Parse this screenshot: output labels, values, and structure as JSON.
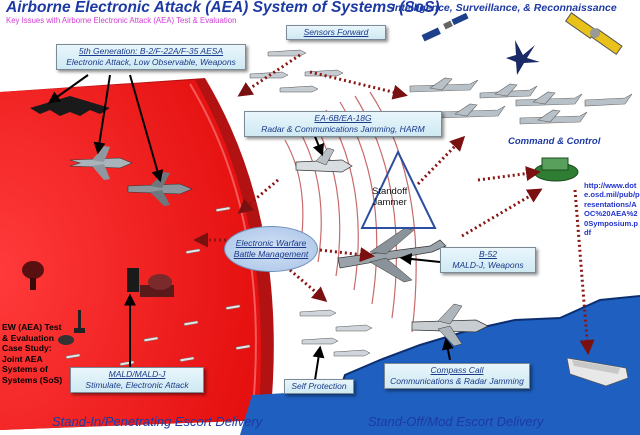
{
  "title": "Airborne Electronic Attack (AEA) System of Systems (SoS)",
  "subtitle": "Key Issues with Airborne Electronic Attack (AEA) Test & Evaluation",
  "isr_label": "Intelligence, Surveillance, & Reconnaissance",
  "command_control_label": "Command & Control",
  "url_text": "http://www.dote.osd.mil/pub/presentations/AOC%20AEA%20Symposium.pdf",
  "case_study_text": "EW (AEA) Test & Evaluation Case Study: Joint AEA Systems of Systems (SoS)",
  "boxes": {
    "fifth_gen": {
      "line1": "5th Generation: B-2/F-22A/F-35 AESA",
      "line2": "Electronic Attack, Low Observable, Weapons"
    },
    "sensors_forward": {
      "line1": "Sensors Forward"
    },
    "ea6b": {
      "line1": "EA-6B/EA-18G",
      "line2": "Radar & Communications Jamming, HARM"
    },
    "b52": {
      "line1": "B-52",
      "line2": "MALD-J,  Weapons"
    },
    "mald": {
      "line1": "MALD/MALD-J",
      "line2": "Stimulate, Electronic Attack"
    },
    "self_protection": {
      "line1": "Self Protection"
    },
    "compass_call": {
      "line1": "Compass Call",
      "line2": "Communications & Radar  Jamming"
    }
  },
  "ew_battle_mgmt": {
    "line1": "Electronic Warfare",
    "line2": "Battle Management"
  },
  "standoff_jammer": {
    "line1": "Standoff",
    "line2": "Jammer"
  },
  "bottom_left": "Stand-In/Penetrating Escort Delivery",
  "bottom_right": "Stand-Off/Mod Escort Delivery",
  "colors": {
    "threat_zone": "#ff1f1f",
    "title_blue": "#1d3aa3",
    "subtitle_magenta": "#d23bd6",
    "link_dots": "#8b1414",
    "ocean": "#1f5fbf"
  }
}
